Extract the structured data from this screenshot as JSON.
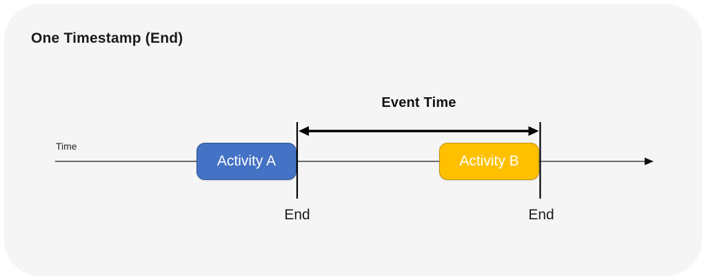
{
  "title": "One Timestamp (End)",
  "diagram": {
    "axis_label": "Time",
    "span_label": "Event Time",
    "activities": [
      {
        "label": "Activity A",
        "fill": "#4472C4",
        "border": "#2F528F"
      },
      {
        "label": "Activity B",
        "fill": "#FFC000",
        "border": "#BF9000"
      }
    ],
    "markers": [
      {
        "label": "End"
      },
      {
        "label": "End"
      }
    ],
    "colors": {
      "page_background": "#FFFFFF",
      "panel_background": "#F5F5F6",
      "timeline_line": "#3B3B3B",
      "arrow_and_markers": "#000000",
      "activity_text": "#FFFFFF",
      "heading_text": "#1A1A1A"
    }
  }
}
